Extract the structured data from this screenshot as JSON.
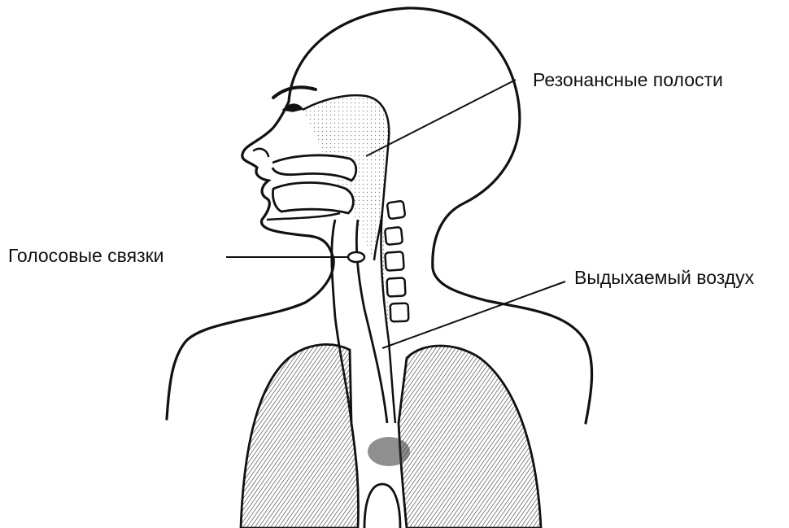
{
  "labels": {
    "resonance": "Резонансные полости",
    "vocal_cords": "Голосовые связки",
    "exhaled_air": "Выдыхаемый воздух"
  },
  "colors": {
    "ink": "#111111",
    "shade": "#555555",
    "background": "#ffffff"
  }
}
